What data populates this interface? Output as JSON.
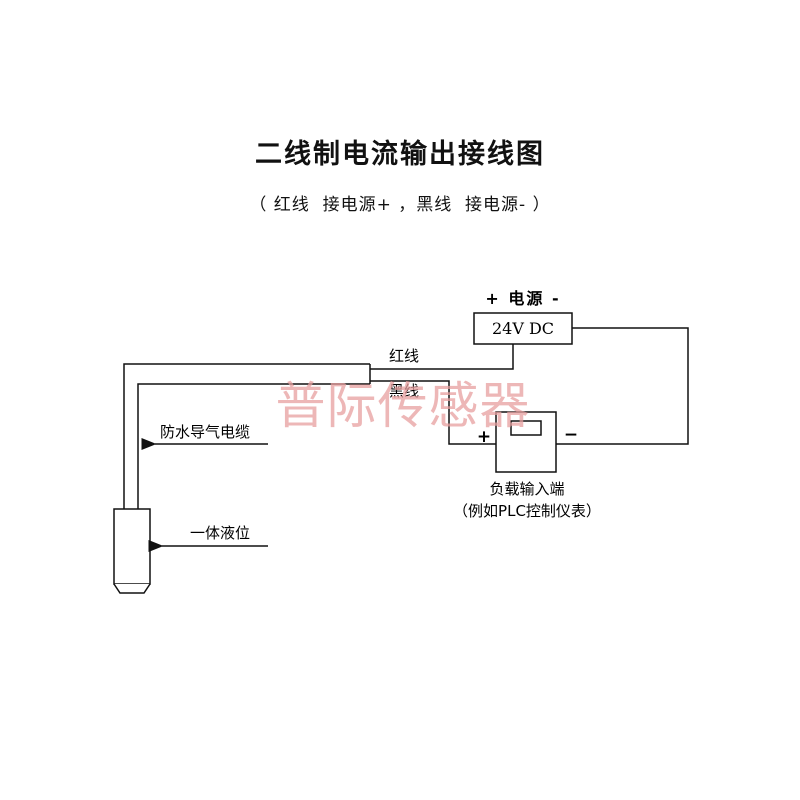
{
  "title": "二线制电流输出接线图",
  "subtitle": "（ 红线  接电源+ ，黑线  接电源- ）",
  "watermark": "普际传感器",
  "power_supply": {
    "header": "+ 电源 -",
    "voltage": "24V DC"
  },
  "wires": {
    "red": "红线",
    "black": "黑线"
  },
  "load": {
    "plus": "+",
    "minus": "−",
    "caption_line1": "负载输入端",
    "caption_line2": "（例如PLC控制仪表）"
  },
  "labels": {
    "cable": "防水导气电缆",
    "sensor": "一体液位"
  }
}
